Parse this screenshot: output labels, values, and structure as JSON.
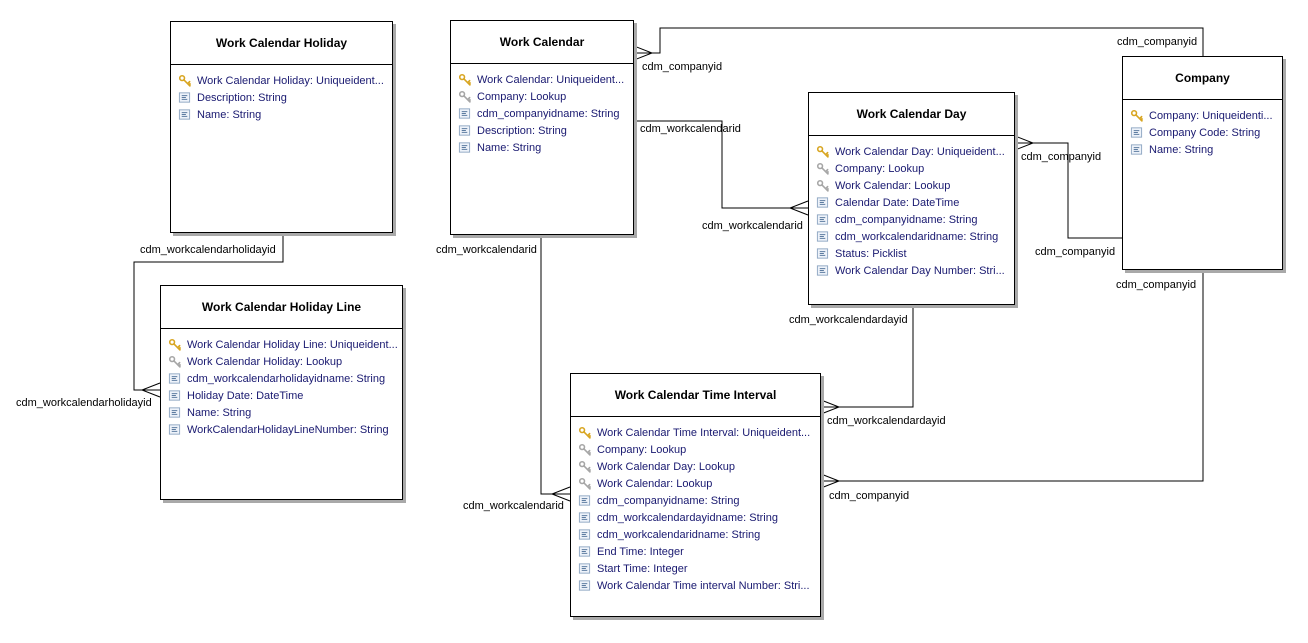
{
  "entities": [
    {
      "id": "work-calendar-holiday",
      "title": "Work Calendar Holiday",
      "fields": [
        {
          "icon": "primary-key",
          "text": "Work Calendar Holiday: Uniqueident..."
        },
        {
          "icon": "attribute",
          "text": "Description: String"
        },
        {
          "icon": "attribute",
          "text": "Name: String"
        }
      ]
    },
    {
      "id": "work-calendar",
      "title": "Work Calendar",
      "fields": [
        {
          "icon": "primary-key",
          "text": "Work Calendar: Uniqueident..."
        },
        {
          "icon": "foreign-key",
          "text": "Company: Lookup"
        },
        {
          "icon": "attribute",
          "text": "cdm_companyidname: String"
        },
        {
          "icon": "attribute",
          "text": "Description: String"
        },
        {
          "icon": "attribute",
          "text": "Name: String"
        }
      ]
    },
    {
      "id": "work-calendar-day",
      "title": "Work Calendar Day",
      "fields": [
        {
          "icon": "primary-key",
          "text": "Work Calendar Day: Uniqueident..."
        },
        {
          "icon": "foreign-key",
          "text": "Company: Lookup"
        },
        {
          "icon": "foreign-key",
          "text": "Work Calendar: Lookup"
        },
        {
          "icon": "attribute",
          "text": "Calendar Date: DateTime"
        },
        {
          "icon": "attribute",
          "text": "cdm_companyidname: String"
        },
        {
          "icon": "attribute",
          "text": "cdm_workcalendaridname: String"
        },
        {
          "icon": "attribute",
          "text": "Status: Picklist"
        },
        {
          "icon": "attribute",
          "text": "Work Calendar Day Number: Stri..."
        }
      ]
    },
    {
      "id": "company",
      "title": "Company",
      "fields": [
        {
          "icon": "primary-key",
          "text": "Company: Uniqueidenti..."
        },
        {
          "icon": "attribute",
          "text": "Company Code: String"
        },
        {
          "icon": "attribute",
          "text": "Name: String"
        }
      ]
    },
    {
      "id": "work-calendar-holiday-line",
      "title": "Work Calendar Holiday Line",
      "fields": [
        {
          "icon": "primary-key",
          "text": "Work Calendar Holiday Line: Uniqueident..."
        },
        {
          "icon": "foreign-key",
          "text": "Work Calendar Holiday: Lookup"
        },
        {
          "icon": "attribute",
          "text": "cdm_workcalendarholidayidname: String"
        },
        {
          "icon": "attribute",
          "text": "Holiday Date: DateTime"
        },
        {
          "icon": "attribute",
          "text": "Name: String"
        },
        {
          "icon": "attribute",
          "text": "WorkCalendarHolidayLineNumber: String"
        }
      ]
    },
    {
      "id": "work-calendar-time-interval",
      "title": "Work Calendar Time Interval",
      "fields": [
        {
          "icon": "primary-key",
          "text": "Work Calendar Time Interval: Uniqueident..."
        },
        {
          "icon": "foreign-key",
          "text": "Company: Lookup"
        },
        {
          "icon": "foreign-key",
          "text": "Work Calendar Day: Lookup"
        },
        {
          "icon": "foreign-key",
          "text": "Work Calendar: Lookup"
        },
        {
          "icon": "attribute",
          "text": "cdm_companyidname: String"
        },
        {
          "icon": "attribute",
          "text": "cdm_workcalendardayidname: String"
        },
        {
          "icon": "attribute",
          "text": "cdm_workcalendaridname: String"
        },
        {
          "icon": "attribute",
          "text": "End Time: Integer"
        },
        {
          "icon": "attribute",
          "text": "Start Time: Integer"
        },
        {
          "icon": "attribute",
          "text": "Work Calendar Time interval Number: Stri..."
        }
      ]
    }
  ],
  "connectors": [
    {
      "from": "work-calendar",
      "to": "company",
      "labels": [
        "cdm_companyid",
        "cdm_companyid"
      ]
    },
    {
      "from": "work-calendar",
      "to": "work-calendar-day",
      "labels": [
        "cdm_workcalendarid",
        "cdm_workcalendarid"
      ]
    },
    {
      "from": "work-calendar-day",
      "to": "company",
      "labels": [
        "cdm_companyid",
        "cdm_companyid"
      ]
    },
    {
      "from": "work-calendar-day",
      "to": "work-calendar-time-interval",
      "labels": [
        "cdm_workcalendardayid",
        "cdm_workcalendardayid"
      ]
    },
    {
      "from": "work-calendar",
      "to": "work-calendar-time-interval",
      "labels": [
        "cdm_workcalendarid",
        "cdm_workcalendarid"
      ]
    },
    {
      "from": "work-calendar-time-interval",
      "to": "company",
      "labels": [
        "cdm_companyid",
        "cdm_companyid"
      ]
    },
    {
      "from": "work-calendar-holiday",
      "to": "work-calendar-holiday-line",
      "labels": [
        "cdm_workcalendarholidayid",
        "cdm_workcalendarholidayid"
      ]
    }
  ],
  "colors": {
    "entity_border": "#000000",
    "entity_background": "#ffffff",
    "title_text": "#000000",
    "field_text": "#191970",
    "connector_line": "#000000",
    "connector_label": "#000000",
    "primary_key_icon": "#d8a520",
    "foreign_key_icon": "#a6a6a6",
    "attribute_icon": "#8ea6c2"
  }
}
